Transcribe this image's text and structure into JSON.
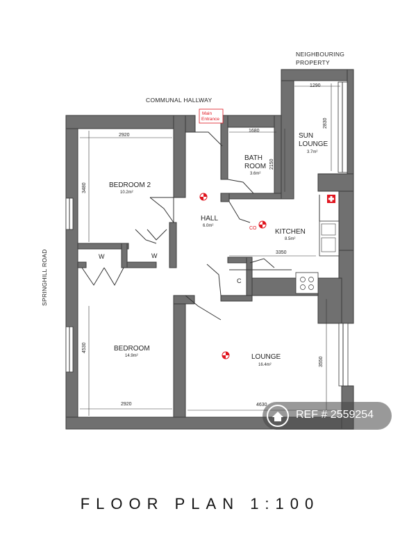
{
  "labels": {
    "neighbouring": [
      "NEIGHBOURING",
      "PROPERTY"
    ],
    "communal_hallway": "COMMUNAL HALLWAY",
    "main_entrance": [
      "Main",
      "Entrance"
    ],
    "springhill_road": "SPRINGHILL ROAD"
  },
  "rooms": {
    "bedroom2": {
      "name": "BEDROOM 2",
      "area": "10.2m²"
    },
    "bathroom": {
      "name": [
        "BATH",
        "ROOM"
      ],
      "area": "3.6m²"
    },
    "sun_lounge": {
      "name": [
        "SUN",
        "LOUNGE"
      ],
      "area": "3.7m²"
    },
    "hall": {
      "name": "HALL",
      "area": "6.0m²"
    },
    "kitchen": {
      "name": "KITCHEN",
      "area": "8.5m²"
    },
    "bedroom": {
      "name": "BEDROOM",
      "area": "14.9m²"
    },
    "lounge": {
      "name": "LOUNGE",
      "area": "16.4m²"
    }
  },
  "dimensions": {
    "sun_w": "1290",
    "sun_h": "2830",
    "bath_w": "1680",
    "bath_h": "2150",
    "bed2_w": "2920",
    "bed2_h": "3480",
    "kitchen_w": "3350",
    "bed_w": "2920",
    "bed_h": "4530",
    "lounge_w": "4630",
    "lounge_h": "3550"
  },
  "cupboards": {
    "w1": "W",
    "w2": "W",
    "c": "C"
  },
  "co_label": "CO",
  "title": "FLOOR PLAN 1:100",
  "watermark": "REF # 2559254",
  "colors": {
    "wall": "#707070",
    "symbol": "#e0141e"
  }
}
